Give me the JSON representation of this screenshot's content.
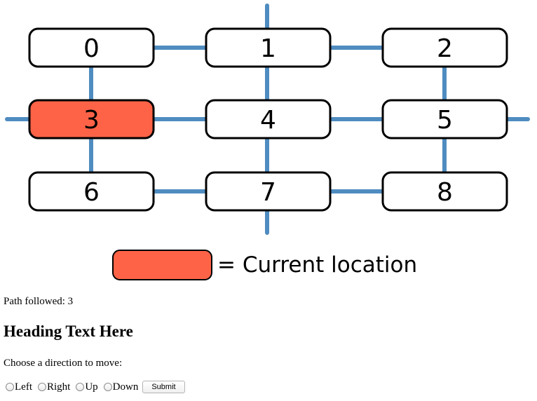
{
  "grid": {
    "nodes": [
      {
        "label": "0",
        "current": false
      },
      {
        "label": "1",
        "current": false
      },
      {
        "label": "2",
        "current": false
      },
      {
        "label": "3",
        "current": true
      },
      {
        "label": "4",
        "current": false
      },
      {
        "label": "5",
        "current": false
      },
      {
        "label": "6",
        "current": false
      },
      {
        "label": "7",
        "current": false
      },
      {
        "label": "8",
        "current": false
      }
    ]
  },
  "colors": {
    "current_fill": "#ff6347",
    "node_fill": "#ffffff",
    "node_stroke": "#000000",
    "edge": "#4f8cc0"
  },
  "legend": {
    "text": "= Current location"
  },
  "path": {
    "text": "Path followed: 3"
  },
  "heading": {
    "text": "Heading Text Here"
  },
  "prompt": {
    "text": "Choose a direction to move:"
  },
  "directions": {
    "options": [
      {
        "label": "Left",
        "checked": false
      },
      {
        "label": "Right",
        "checked": false
      },
      {
        "label": "Up",
        "checked": false
      },
      {
        "label": "Down",
        "checked": false
      }
    ],
    "submit_label": "Submit"
  }
}
